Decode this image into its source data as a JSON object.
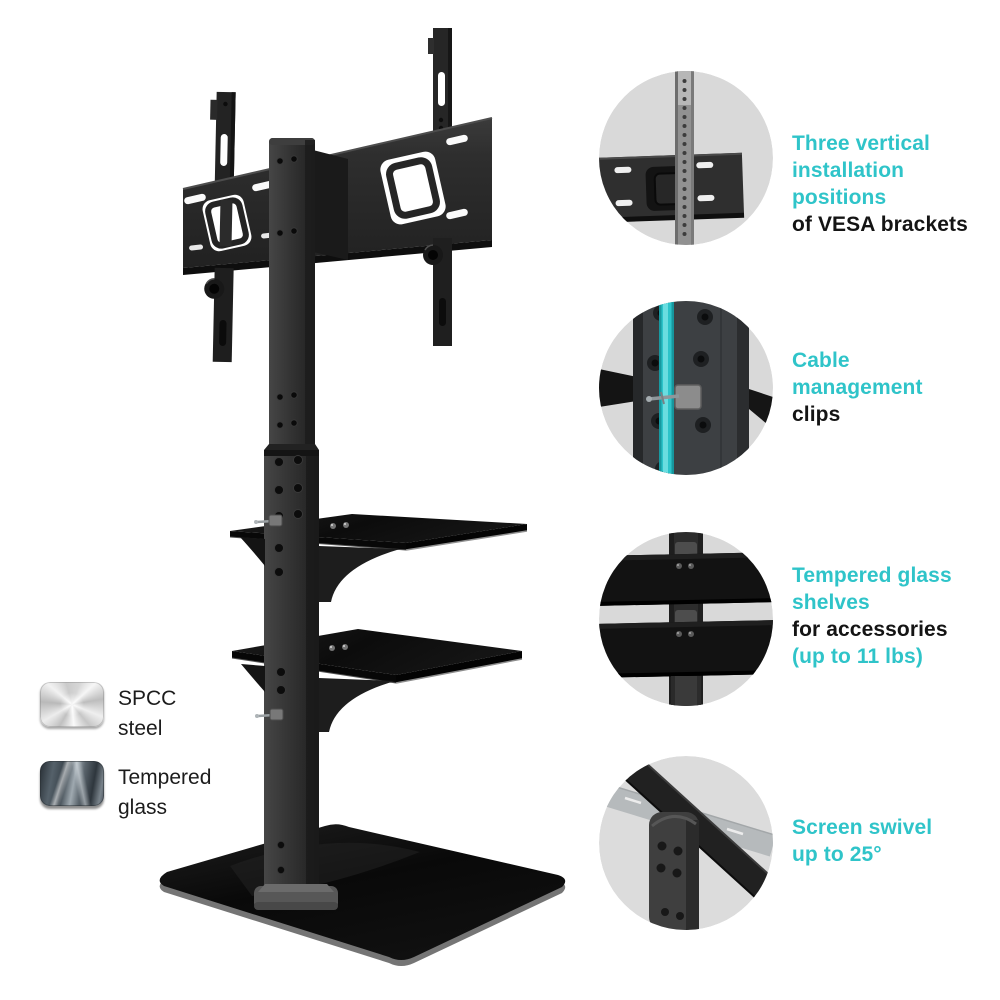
{
  "page": {
    "background": "#ffffff"
  },
  "colors": {
    "accent_teal": "#2FC4C9",
    "text_dark": "#141414",
    "callout_background": "#D9D9D9",
    "product_dark": "#2E2E2E",
    "cable_teal": "#2CC4CA"
  },
  "product": {
    "description": "Floor TV stand with swivel mount bracket, cable management pole, two tempered glass shelves and tempered glass base"
  },
  "materials": [
    {
      "name": "spcc-steel",
      "swatch": "brushed-steel",
      "lines": [
        "SPCC",
        "steel"
      ]
    },
    {
      "name": "tempered-glass",
      "swatch": "dark-glass",
      "lines": [
        "Tempered",
        "glass"
      ]
    }
  ],
  "features": [
    {
      "name": "vesa-positions",
      "icon": "vesa-bracket-closeup-icon",
      "lines": [
        {
          "text": "Three vertical",
          "color_class": "line-teal"
        },
        {
          "text": "installation positions",
          "color_class": "line-teal"
        },
        {
          "text": "of VESA brackets",
          "color_class": "line-black"
        }
      ]
    },
    {
      "name": "cable-management",
      "icon": "cable-clip-closeup-icon",
      "lines": [
        {
          "text": "Cable",
          "color_class": "line-teal"
        },
        {
          "text": "management",
          "color_class": "line-teal"
        },
        {
          "text": "clips",
          "color_class": "line-black"
        }
      ]
    },
    {
      "name": "glass-shelves",
      "icon": "glass-shelves-closeup-icon",
      "lines": [
        {
          "text": "Tempered glass",
          "color_class": "line-teal"
        },
        {
          "text": "shelves",
          "color_class": "line-teal"
        },
        {
          "text": "for accessories",
          "color_class": "line-black"
        },
        {
          "text": "(up to 11 lbs)",
          "color_class": "line-teal"
        }
      ]
    },
    {
      "name": "screen-swivel",
      "icon": "swivel-joint-closeup-icon",
      "lines": [
        {
          "text": "Screen swivel",
          "color_class": "line-teal"
        },
        {
          "text": "up to 25°",
          "color_class": "line-teal"
        }
      ]
    }
  ]
}
